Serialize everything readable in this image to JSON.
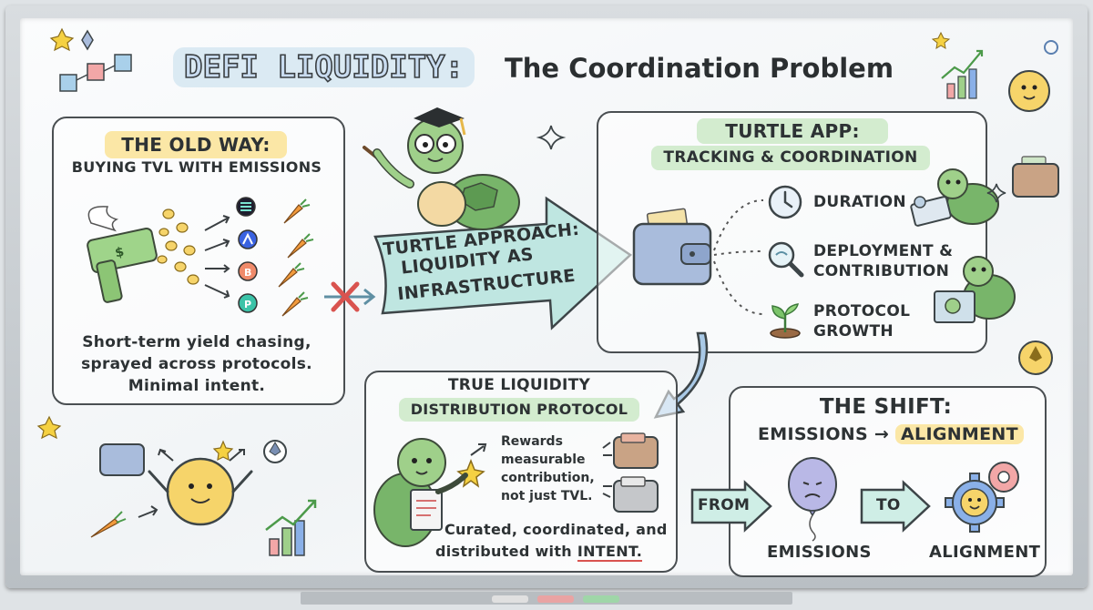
{
  "title": {
    "highlight": "DEFI LIQUIDITY:",
    "rest": "The Coordination Problem"
  },
  "old_way": {
    "heading_line1": "THE OLD WAY:",
    "heading_line2": "BUYING TVL WITH EMISSIONS",
    "caption_line1": "Short-term yield chasing,",
    "caption_line2": "sprayed across protocols.",
    "caption_line3": "Minimal intent."
  },
  "approach": {
    "line1": "TURTLE APPROACH:",
    "line2": "LIQUIDITY AS",
    "line3": "INFRASTRUCTURE"
  },
  "turtle_app": {
    "heading_line1": "TURTLE APP:",
    "heading_line2": "TRACKING & COORDINATION",
    "items": [
      {
        "line1": "DURATION",
        "line2": "",
        "icon": "clock-icon"
      },
      {
        "line1": "DEPLOYMENT &",
        "line2": "CONTRIBUTION",
        "icon": "magnifier-icon"
      },
      {
        "line1": "PROTOCOL",
        "line2": "GROWTH",
        "icon": "sprout-icon"
      }
    ]
  },
  "distribution": {
    "heading_line1": "TRUE LIQUIDITY",
    "heading_line2": "DISTRIBUTION PROTOCOL",
    "note_line1": "Rewards",
    "note_line2": "measurable",
    "note_line3": "contribution,",
    "note_line4": "not just TVL.",
    "caption_line1": "Curated, coordinated, and",
    "caption_line2_prefix": "distributed with",
    "caption_line2_emph": "INTENT."
  },
  "shift": {
    "heading_line1": "THE SHIFT:",
    "heading_prefix": "EMISSIONS →",
    "heading_emph": "ALIGNMENT",
    "from_label": "FROM",
    "to_label": "TO",
    "left_caption": "EMISSIONS",
    "right_caption": "ALIGNMENT"
  },
  "colors": {
    "yellow_highlight": "#fbe7a6",
    "green_highlight": "#d3eccf",
    "arrow_teal": "#bfe6e1",
    "red_cross": "#d9534f",
    "turtle_green": "#9fd08a",
    "coin_gold": "#f6d46a"
  }
}
